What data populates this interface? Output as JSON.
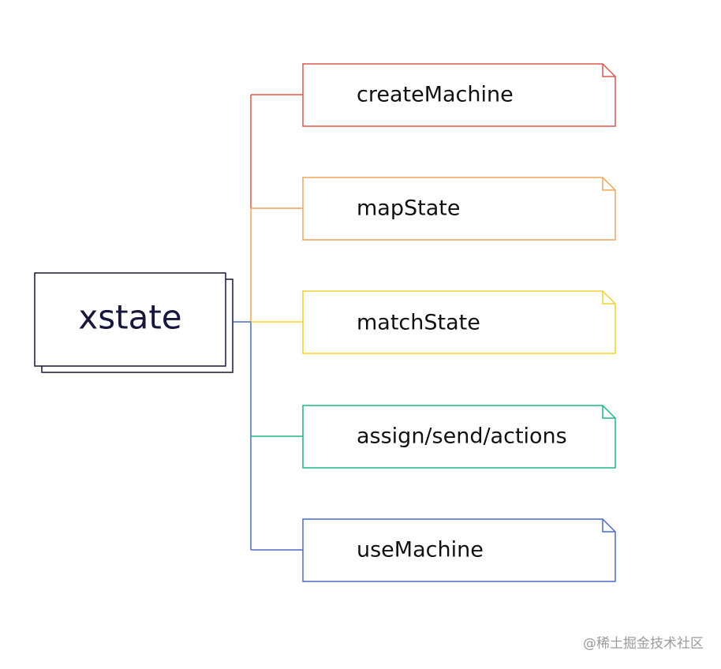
{
  "root": {
    "label": "xstate",
    "color": "#16173a"
  },
  "children": [
    {
      "label": "createMachine",
      "color": "#e0564e"
    },
    {
      "label": "mapState",
      "color": "#f0a55a"
    },
    {
      "label": "matchState",
      "color": "#f2d230"
    },
    {
      "label": "assign/send/actions",
      "color": "#1fb585"
    },
    {
      "label": "useMachine",
      "color": "#4c69c9"
    }
  ],
  "watermark": "@稀土掘金技术社区"
}
